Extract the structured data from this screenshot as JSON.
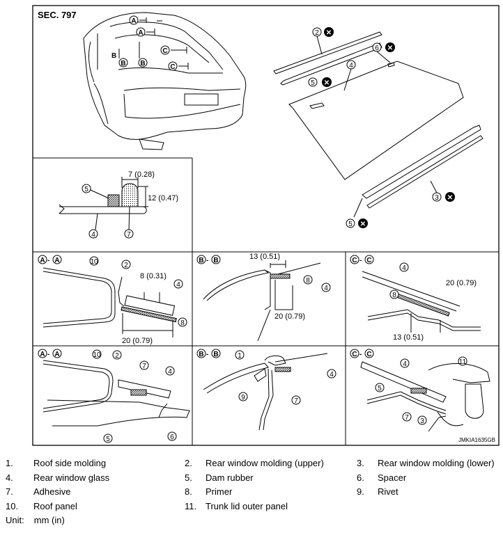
{
  "section_label": "SEC. 797",
  "figure_code": "JMKIA1635GB",
  "callouts": {
    "n1": "1",
    "n2": "2",
    "n3": "3",
    "n4": "4",
    "n5": "5",
    "n6": "6",
    "n7": "7",
    "n8": "8",
    "n9": "9",
    "n10": "10",
    "n11": "11",
    "a": "A",
    "b": "B",
    "c": "C",
    "b_plain": "B"
  },
  "section_views": [
    "A-A",
    "B-B",
    "C-C",
    "A-A",
    "B-B",
    "C-C"
  ],
  "dimensions": {
    "d7": "7 (0.28)",
    "d12": "12 (0.47)",
    "d8": "8 (0.31)",
    "d20a": "20 (0.79)",
    "d13a": "13 (0.51)",
    "d20b": "20 (0.79)",
    "d20c": "20 (0.79)",
    "d13c": "13 (0.51)"
  },
  "legend": [
    {
      "num": "1.",
      "label": "Roof side molding"
    },
    {
      "num": "2.",
      "label": "Rear window molding (upper)"
    },
    {
      "num": "3.",
      "label": "Rear window molding (lower)"
    },
    {
      "num": "4.",
      "label": "Rear window glass"
    },
    {
      "num": "5.",
      "label": "Dam rubber"
    },
    {
      "num": "6.",
      "label": "Spacer"
    },
    {
      "num": "7.",
      "label": "Adhesive"
    },
    {
      "num": "8.",
      "label": "Primer"
    },
    {
      "num": "9.",
      "label": "Rivet"
    },
    {
      "num": "10.",
      "label": "Roof panel"
    },
    {
      "num": "11.",
      "label": "Trunk lid outer panel"
    }
  ],
  "unit": {
    "label": "Unit:",
    "value": "mm (in)"
  }
}
